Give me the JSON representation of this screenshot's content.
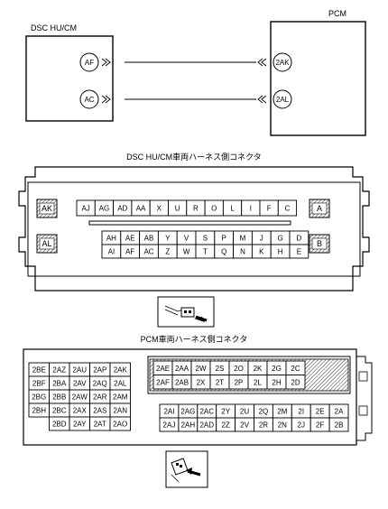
{
  "wiring": {
    "module_left": "DSC HU/CM",
    "module_right": "PCM",
    "left_pins": [
      "AF",
      "AC"
    ],
    "right_pins": [
      "2AK",
      "2AL"
    ]
  },
  "dsc_connector": {
    "title": "DSC HU/CM車両ハーネス側コネクタ",
    "side_left": [
      "AK",
      "AL"
    ],
    "side_right": [
      "A",
      "B"
    ],
    "top_row": [
      "AJ",
      "AG",
      "AD",
      "AA",
      "X",
      "U",
      "R",
      "O",
      "L",
      "I",
      "F",
      "C"
    ],
    "row2": [
      "AH",
      "AE",
      "AB",
      "Y",
      "V",
      "S",
      "P",
      "M",
      "J",
      "G",
      "D"
    ],
    "row3": [
      "AI",
      "AF",
      "AC",
      "Z",
      "W",
      "T",
      "Q",
      "N",
      "K",
      "H",
      "E"
    ],
    "hatched": [
      "AK",
      "AL",
      "A",
      "B"
    ]
  },
  "pcm_connector": {
    "title": "PCM車両ハーネス側コネクタ",
    "left_rows": [
      [
        "2BE",
        "2AZ",
        "2AU",
        "2AP",
        "2AK"
      ],
      [
        "2BF",
        "2BA",
        "2AV",
        "2AQ",
        "2AL"
      ],
      [
        "2BG",
        "2BB",
        "2AW",
        "2AR",
        "2AM"
      ],
      [
        "2BH",
        "2BC",
        "2AX",
        "2AS",
        "2AN"
      ],
      [
        "",
        "2BD",
        "2AY",
        "2AT",
        "2AO"
      ]
    ],
    "upper_right_rows": [
      [
        "2AE",
        "2AA",
        "2W",
        "2S",
        "2O",
        "2K",
        "2G",
        "2C"
      ],
      [
        "2AF",
        "2AB",
        "2X",
        "2T",
        "2P",
        "2L",
        "2H",
        "2D"
      ]
    ],
    "lower_right_rows": [
      [
        "2AI",
        "2AG",
        "2AC",
        "2Y",
        "2U",
        "2Q",
        "2M",
        "2I",
        "2E",
        "2A"
      ],
      [
        "2AJ",
        "2AH",
        "2AD",
        "2Z",
        "2V",
        "2R",
        "2N",
        "2J",
        "2F",
        "2B"
      ]
    ]
  },
  "icons": [
    "plug-arrow-icon",
    "plug-arrow-icon"
  ]
}
